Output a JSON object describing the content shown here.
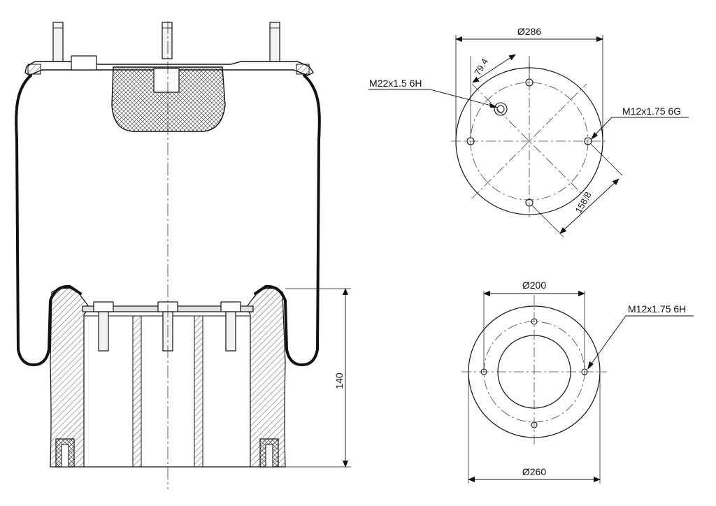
{
  "bottom_view": {
    "outer_diameter": "Ø260",
    "bolt_circle": "Ø200",
    "thread": "M12x1.75 6H"
  },
  "section_view": {
    "height": "140"
  },
  "top_view": {
    "outer_diameter": "Ø286",
    "bolt_offset": "79.4",
    "bolt_spacing": "158.8",
    "air_inlet_thread": "M22x1.5 6H",
    "stud_thread": "M12x1.75 6G"
  }
}
